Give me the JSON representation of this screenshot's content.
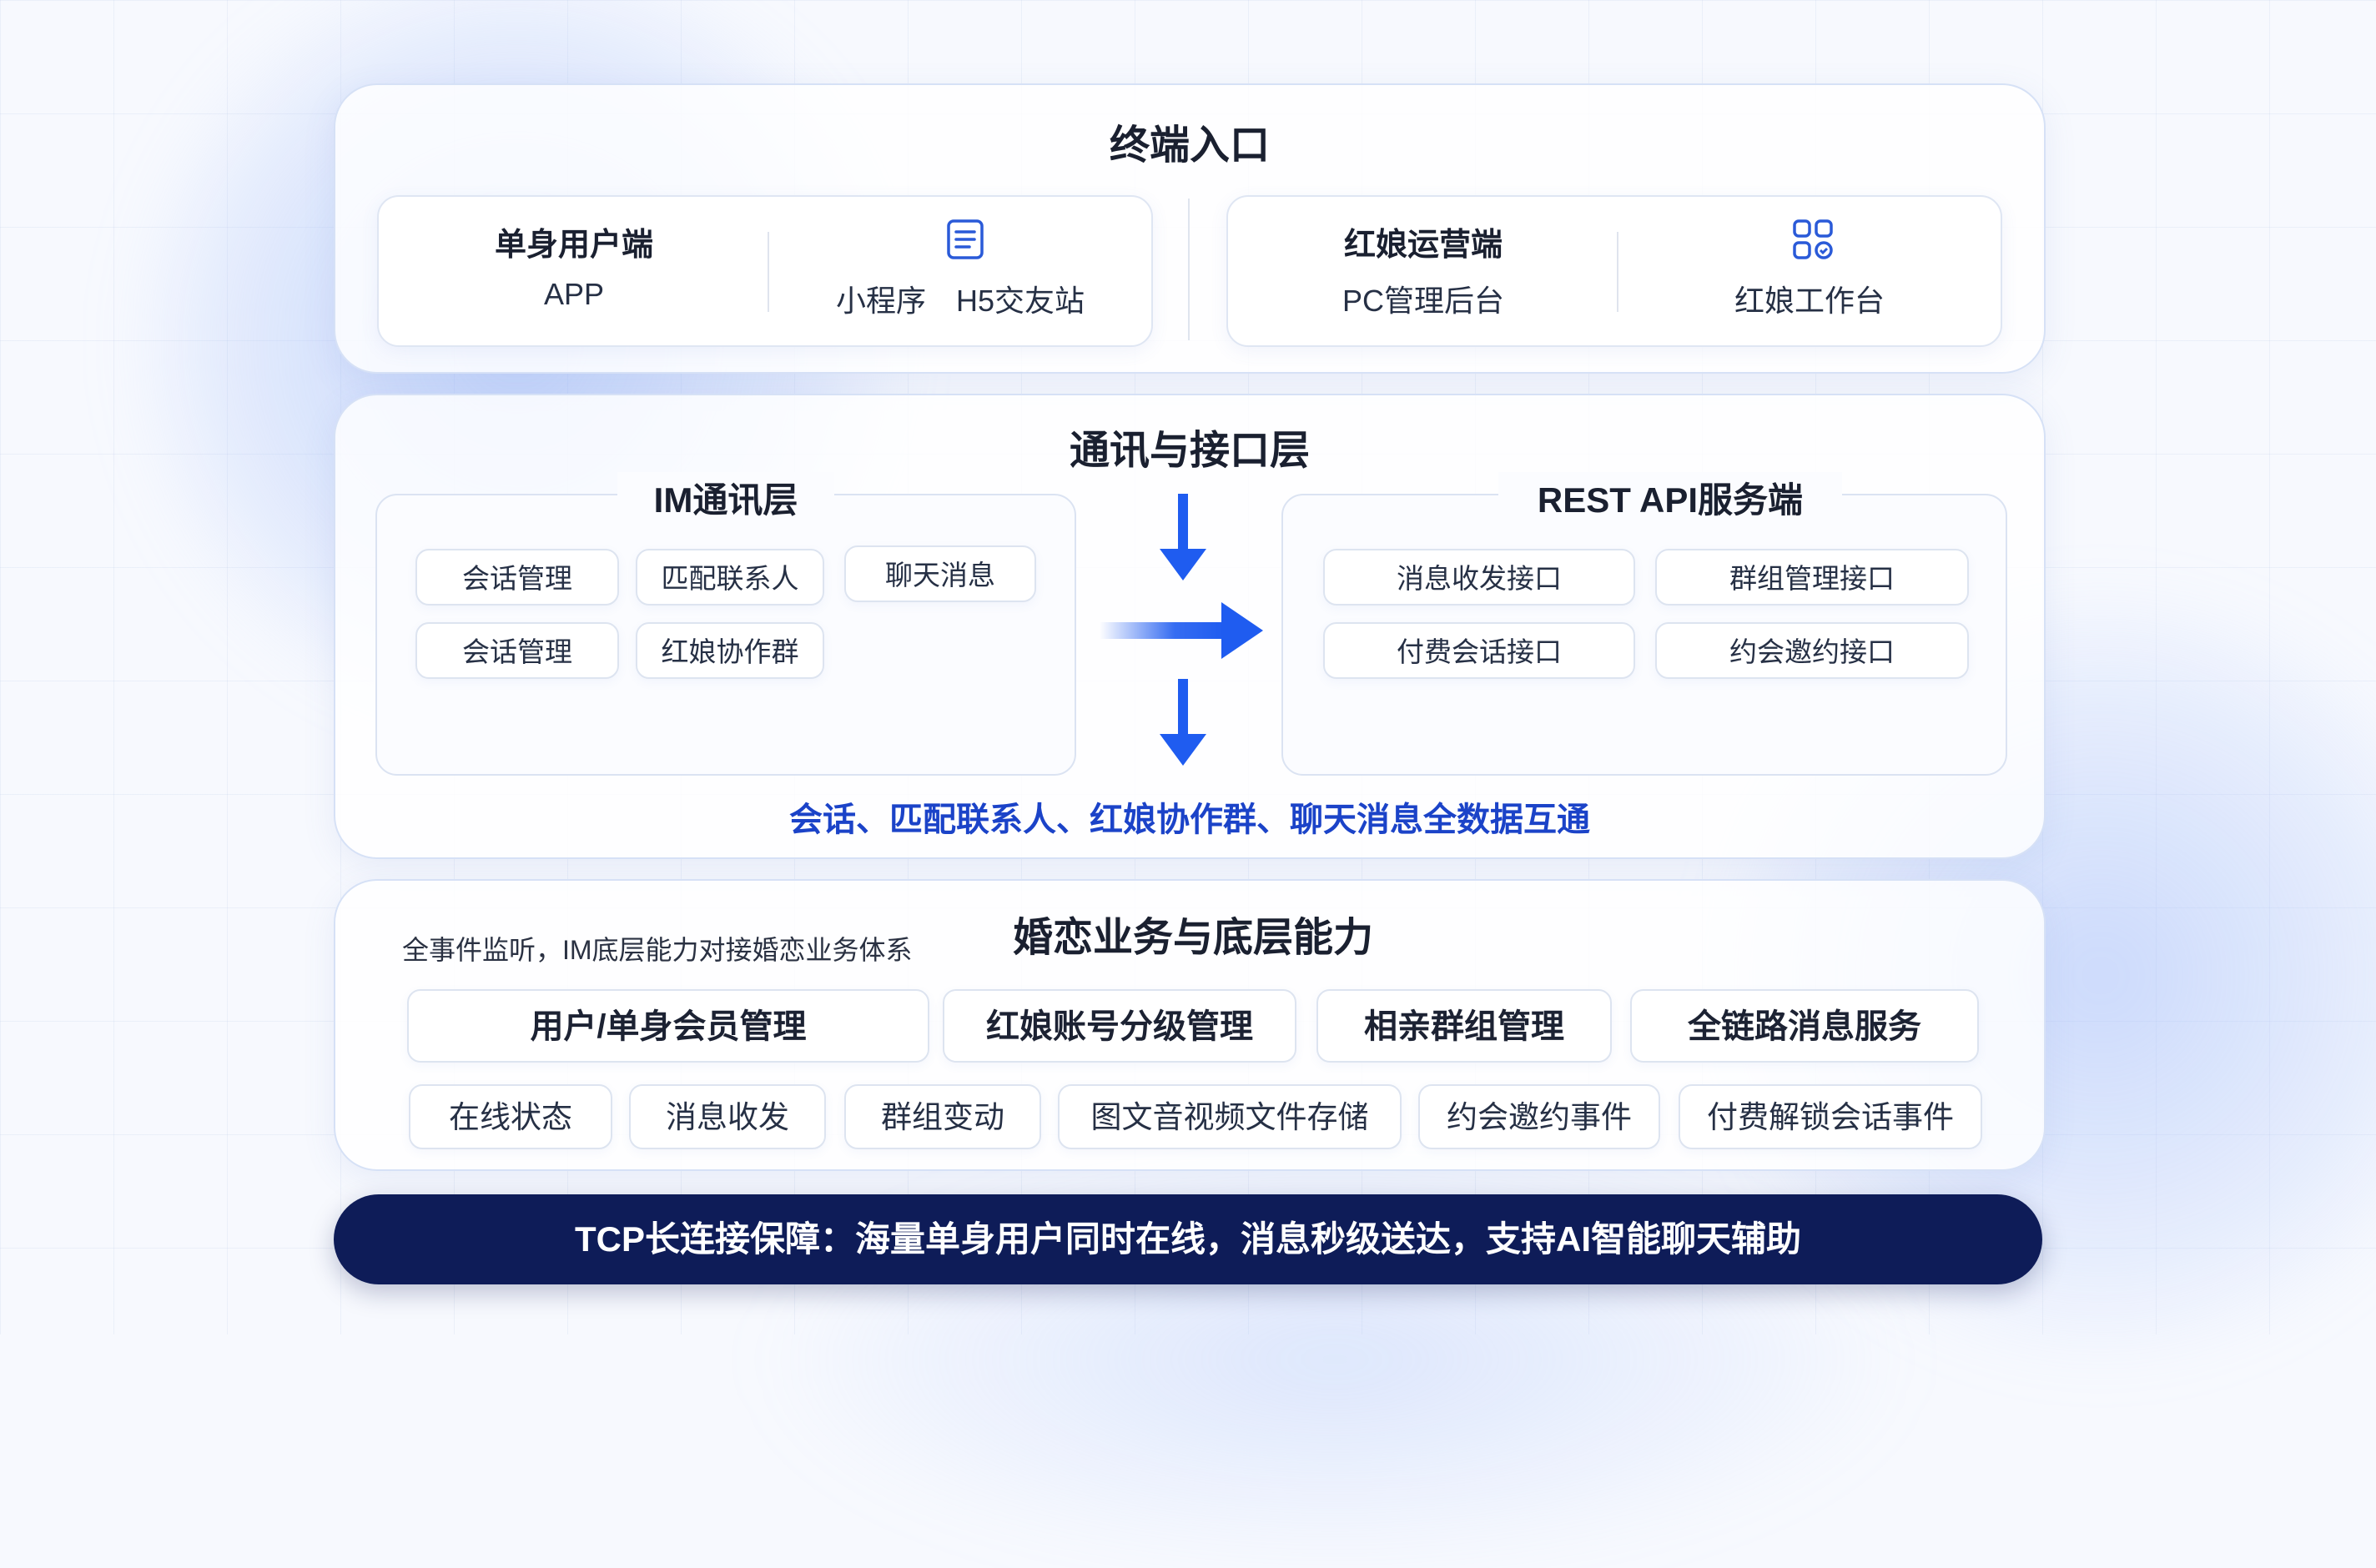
{
  "colors": {
    "accent_blue": "#1f5cf0",
    "highlight_text": "#1b43c8",
    "bar_navy": "#0e1c58",
    "icon_blue": "#2a5ad8"
  },
  "terminal": {
    "title": "终端入口",
    "single_user": {
      "heading": "单身用户端",
      "app": "APP",
      "mini_h5": "小程序　H5交友站",
      "icon": "document-list-icon"
    },
    "matchmaker": {
      "heading": "红娘运营端",
      "pc": "PC管理后台",
      "workbench": "红娘工作台",
      "icon": "apps-grid-icon"
    }
  },
  "comm": {
    "title": "通讯与接口层",
    "im": {
      "title": "IM通讯层",
      "chips": [
        "会话管理",
        "匹配联系人",
        "聊天消息",
        "会话管理",
        "红娘协作群"
      ]
    },
    "rest": {
      "title": "REST API服务端",
      "chips": [
        "消息收发接口",
        "群组管理接口",
        "付费会话接口",
        "约会邀约接口"
      ]
    },
    "sync_note": "会话、匹配联系人、红娘协作群、聊天消息全数据互通"
  },
  "biz": {
    "title": "婚恋业务与底层能力",
    "note": "全事件监听，IM底层能力对接婚恋业务体系",
    "modules": [
      "用户/单身会员管理",
      "红娘账号分级管理",
      "相亲群组管理",
      "全链路消息服务"
    ],
    "events": [
      "在线状态",
      "消息收发",
      "群组变动",
      "图文音视频文件存储",
      "约会邀约事件",
      "付费解锁会话事件"
    ]
  },
  "footer": {
    "text": "TCP长连接保障：海量单身用户同时在线，消息秒级送达，支持AI智能聊天辅助"
  }
}
